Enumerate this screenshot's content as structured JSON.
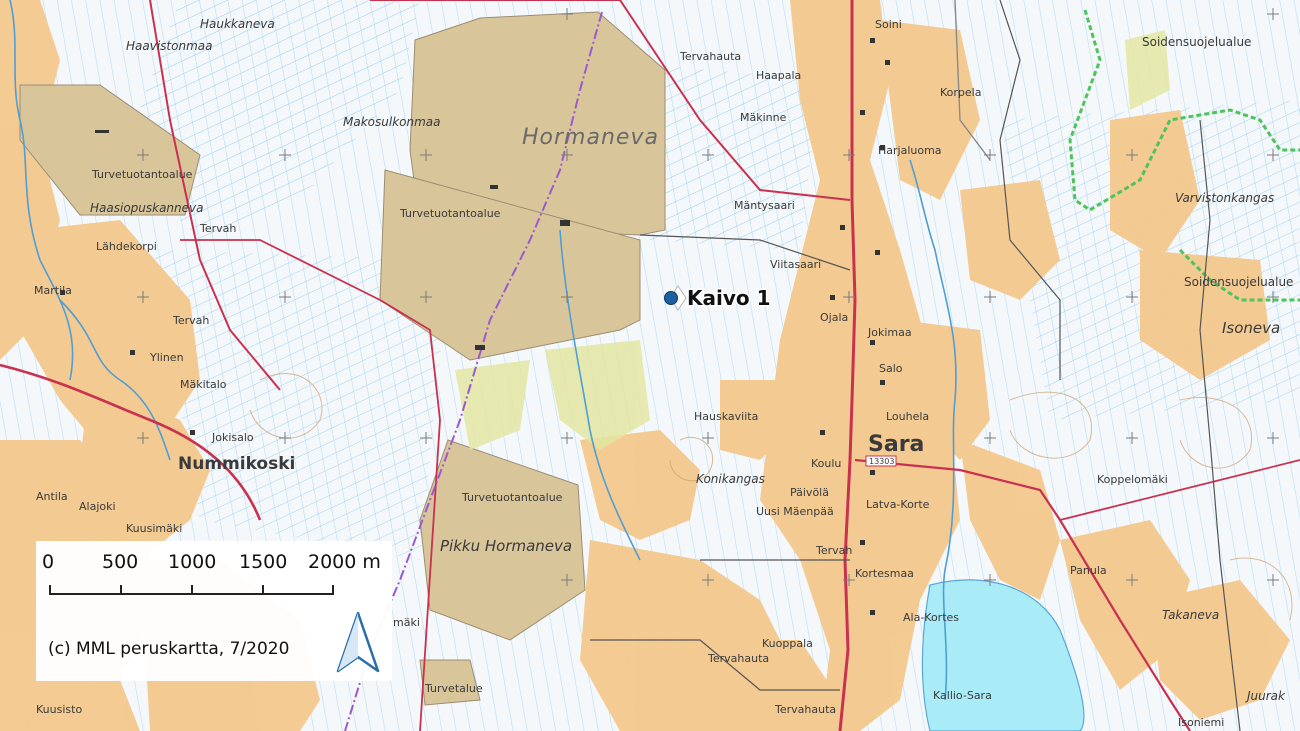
{
  "colors": {
    "open_land": "#f3c88d",
    "peat_area": "#d9c59a",
    "water": "#a9ecf7",
    "wetland": "#cfe6f2",
    "road_main": "#c8314f",
    "border": "#9b59d0",
    "grid": "#7a7a7a",
    "marker": "#1d5fa0"
  },
  "marker": {
    "label": "Kaivo 1",
    "icon": "well-dot-icon"
  },
  "labels": {
    "hormaneva": "Hormaneva",
    "sara": "Sara",
    "nummikoski": "Nummikoski",
    "pikku_hormaneva": "Pikku Hormaneva",
    "isoneva": "Isoneva",
    "soidensuojelualue_top": "Soidensuojelualue",
    "soidensuojelualue_right": "Soidensuojelualue",
    "varviston": "Varvistonkangas",
    "turvetuotanto1": "Turvetuotantoalue",
    "turvetuotanto2": "Turvetuotantoalue",
    "turvetuotanto3": "Turvetuotantoalue",
    "turvetuotanto4": "Turvetalue",
    "haukkaneva": "Haukkaneva",
    "haavistonmaa": "Haavistonmaa",
    "makosulkonmaa": "Makosulkonmaa",
    "haasiopuskanneva": "Haasiopuskanneva",
    "lahdekorpi": "Lähdekorpi",
    "tervah1": "Tervah",
    "martila": "Martila",
    "tervah2": "Tervah",
    "ylinen": "Ylinen",
    "makitalo": "Mäkitalo",
    "jokisalo": "Jokisalo",
    "antila": "Antila",
    "alajoki": "Alajoki",
    "kuusimaki": "Kuusimäki",
    "kuusisto": "Kuusisto",
    "tervahauta1": "Tervahauta",
    "haapala": "Haapala",
    "soini": "Soini",
    "korpela": "Korpela",
    "makinne": "Mäkinne",
    "harjaluoma": "Harjaluoma",
    "mantysaari": "Mäntysaari",
    "viitasaari": "Viitasaari",
    "ojala": "Ojala",
    "jokimaa": "Jokimaa",
    "salo": "Salo",
    "louhela": "Louhela",
    "hauskaviita": "Hauskaviita",
    "konikangas": "Konikangas",
    "koulu": "Koulu",
    "road_number": "13303",
    "paivola": "Päivölä",
    "latva_korte": "Latva-Korte",
    "uusi_maenpaa": "Uusi Mäenpää",
    "tervah3": "Tervah",
    "kortesmaa": "Kortesmaa",
    "ala_kortes": "Ala-Kortes",
    "kuoppala": "Kuoppala",
    "tervahauta2": "Tervahauta",
    "tervahauta3": "Tervahauta",
    "kallio_sara": "Kallio-Sara",
    "panula": "Panula",
    "takaneva": "Takaneva",
    "koppelomaki": "Koppelomäki",
    "juurak": "Juurak",
    "isoniemi": "Isoniemi",
    "maki": "mäki"
  },
  "scale_bar": {
    "ticks": [
      "0",
      "500",
      "1000",
      "1500",
      "2000 m"
    ]
  },
  "copyright": "(c) MML peruskartta, 7/2020",
  "north_arrow_icon": "north-arrow-icon"
}
